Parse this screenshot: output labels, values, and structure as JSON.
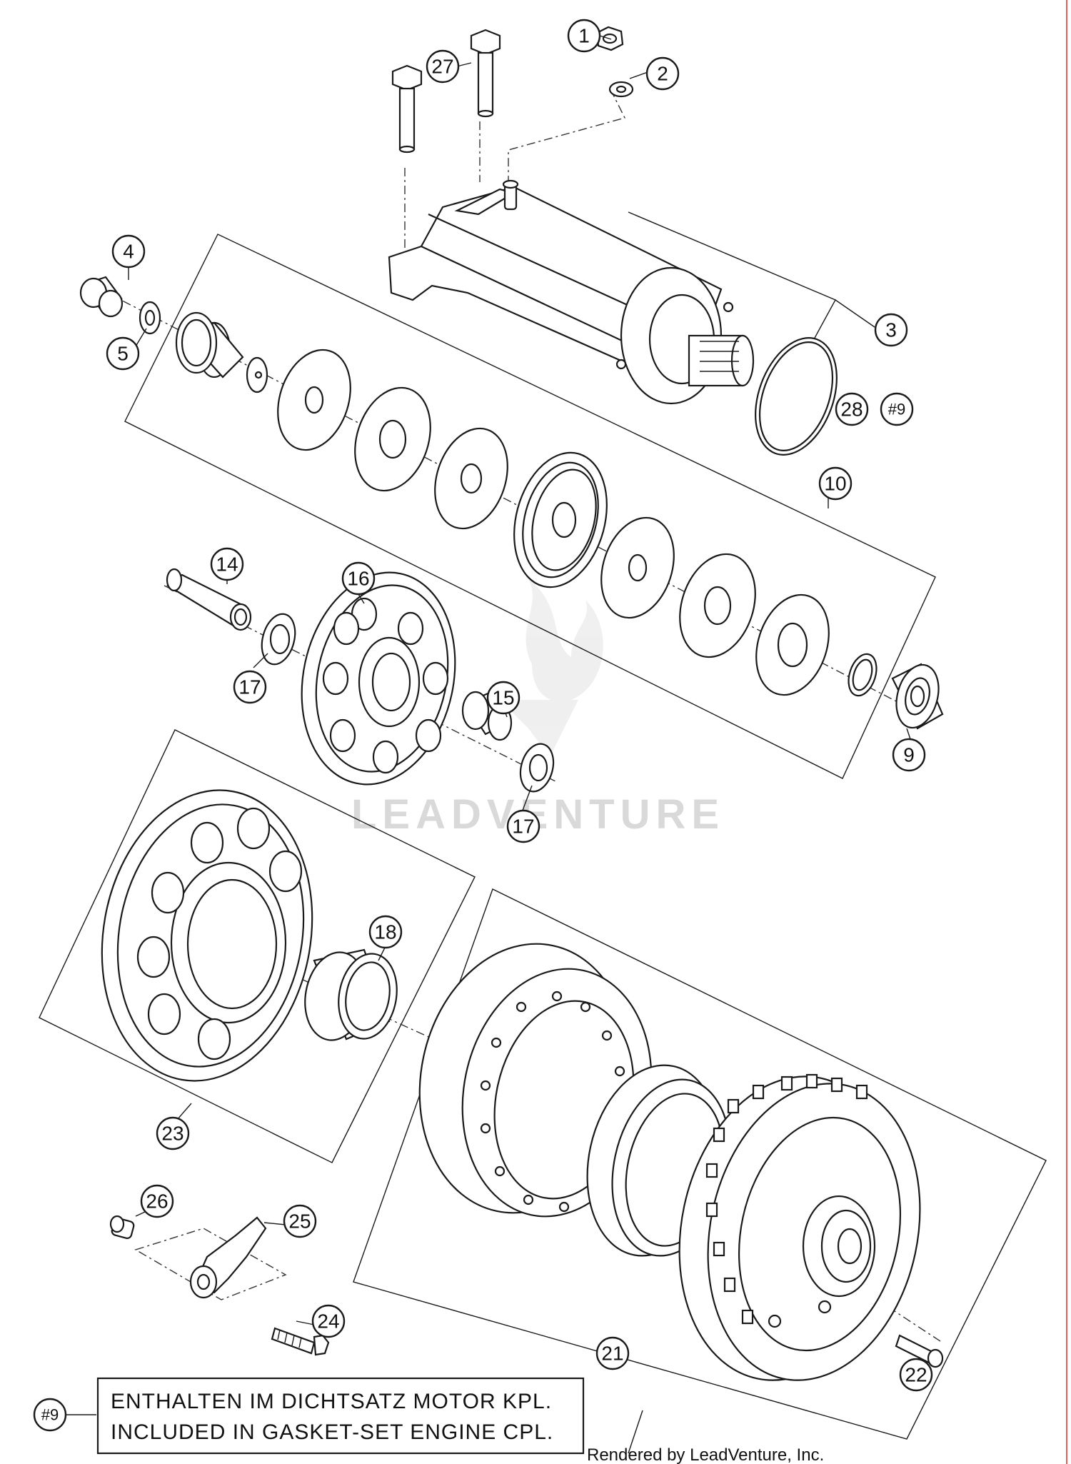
{
  "callouts": {
    "c1": "1",
    "c2": "2",
    "c3": "3",
    "c4": "4",
    "c5": "5",
    "c9": "9",
    "c9b": "#9",
    "c10": "10",
    "c14": "14",
    "c15": "15",
    "c16": "16",
    "c17a": "17",
    "c17b": "17",
    "c18": "18",
    "c21": "21",
    "c22": "22",
    "c23": "23",
    "c24": "24",
    "c25": "25",
    "c26": "26",
    "c27": "27",
    "c28": "28",
    "c9note": "#9"
  },
  "note": {
    "line1": "ENTHALTEN IM DICHTSATZ MOTOR KPL.",
    "line2": "INCLUDED IN GASKET-SET ENGINE CPL."
  },
  "credit": "Rendered by LeadVenture, Inc.",
  "watermark": "LEADVENTURE",
  "colors": {
    "line": "#1a1a1a",
    "watermark": "#d9d9d9",
    "background": "#ffffff"
  }
}
